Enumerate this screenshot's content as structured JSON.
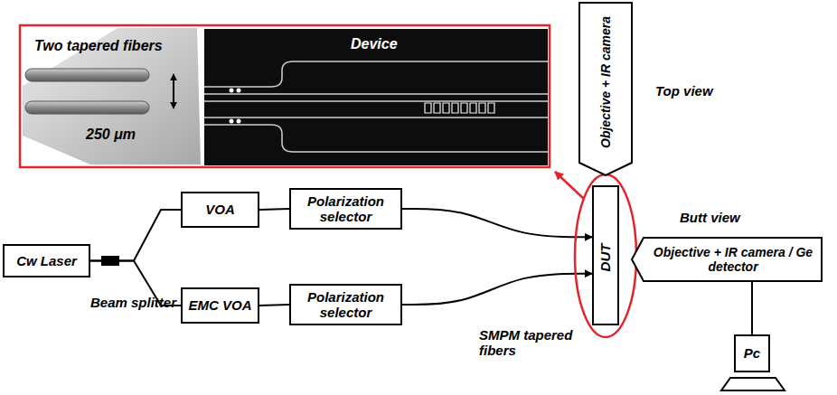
{
  "diagram": {
    "nodes": [
      {
        "text": [
          "Cw Laser"
        ]
      },
      {
        "text": [
          "VOA"
        ]
      },
      {
        "text": [
          "Polarization selector"
        ]
      },
      {
        "text": [
          "EMC VOA"
        ]
      },
      {
        "text": [
          "Polarization selector"
        ]
      },
      {
        "text": [
          "DUT"
        ]
      },
      {
        "text": [
          "Objective + IR camera"
        ]
      },
      {
        "text": [
          "Objective + IR camera / Ge detector"
        ]
      },
      {
        "text": [
          "Pc"
        ]
      }
    ],
    "edges": [
      {
        "from": 0,
        "to": 1,
        "arrow": "none"
      },
      {
        "from": 0,
        "to": 3,
        "arrow": "none"
      },
      {
        "from": 1,
        "to": 2,
        "arrow": "none"
      },
      {
        "from": 3,
        "to": 4,
        "arrow": "none"
      },
      {
        "from": 2,
        "to": 5,
        "arrow": "to"
      },
      {
        "from": 4,
        "to": 5,
        "arrow": "to"
      },
      {
        "from": 7,
        "to": 8,
        "arrow": "none"
      }
    ],
    "labels": [
      "Beam splitter",
      "SMPM tapered fibers",
      "Top view",
      "Butt view",
      "Two tapered fibers",
      "250 μm",
      "Device"
    ]
  }
}
